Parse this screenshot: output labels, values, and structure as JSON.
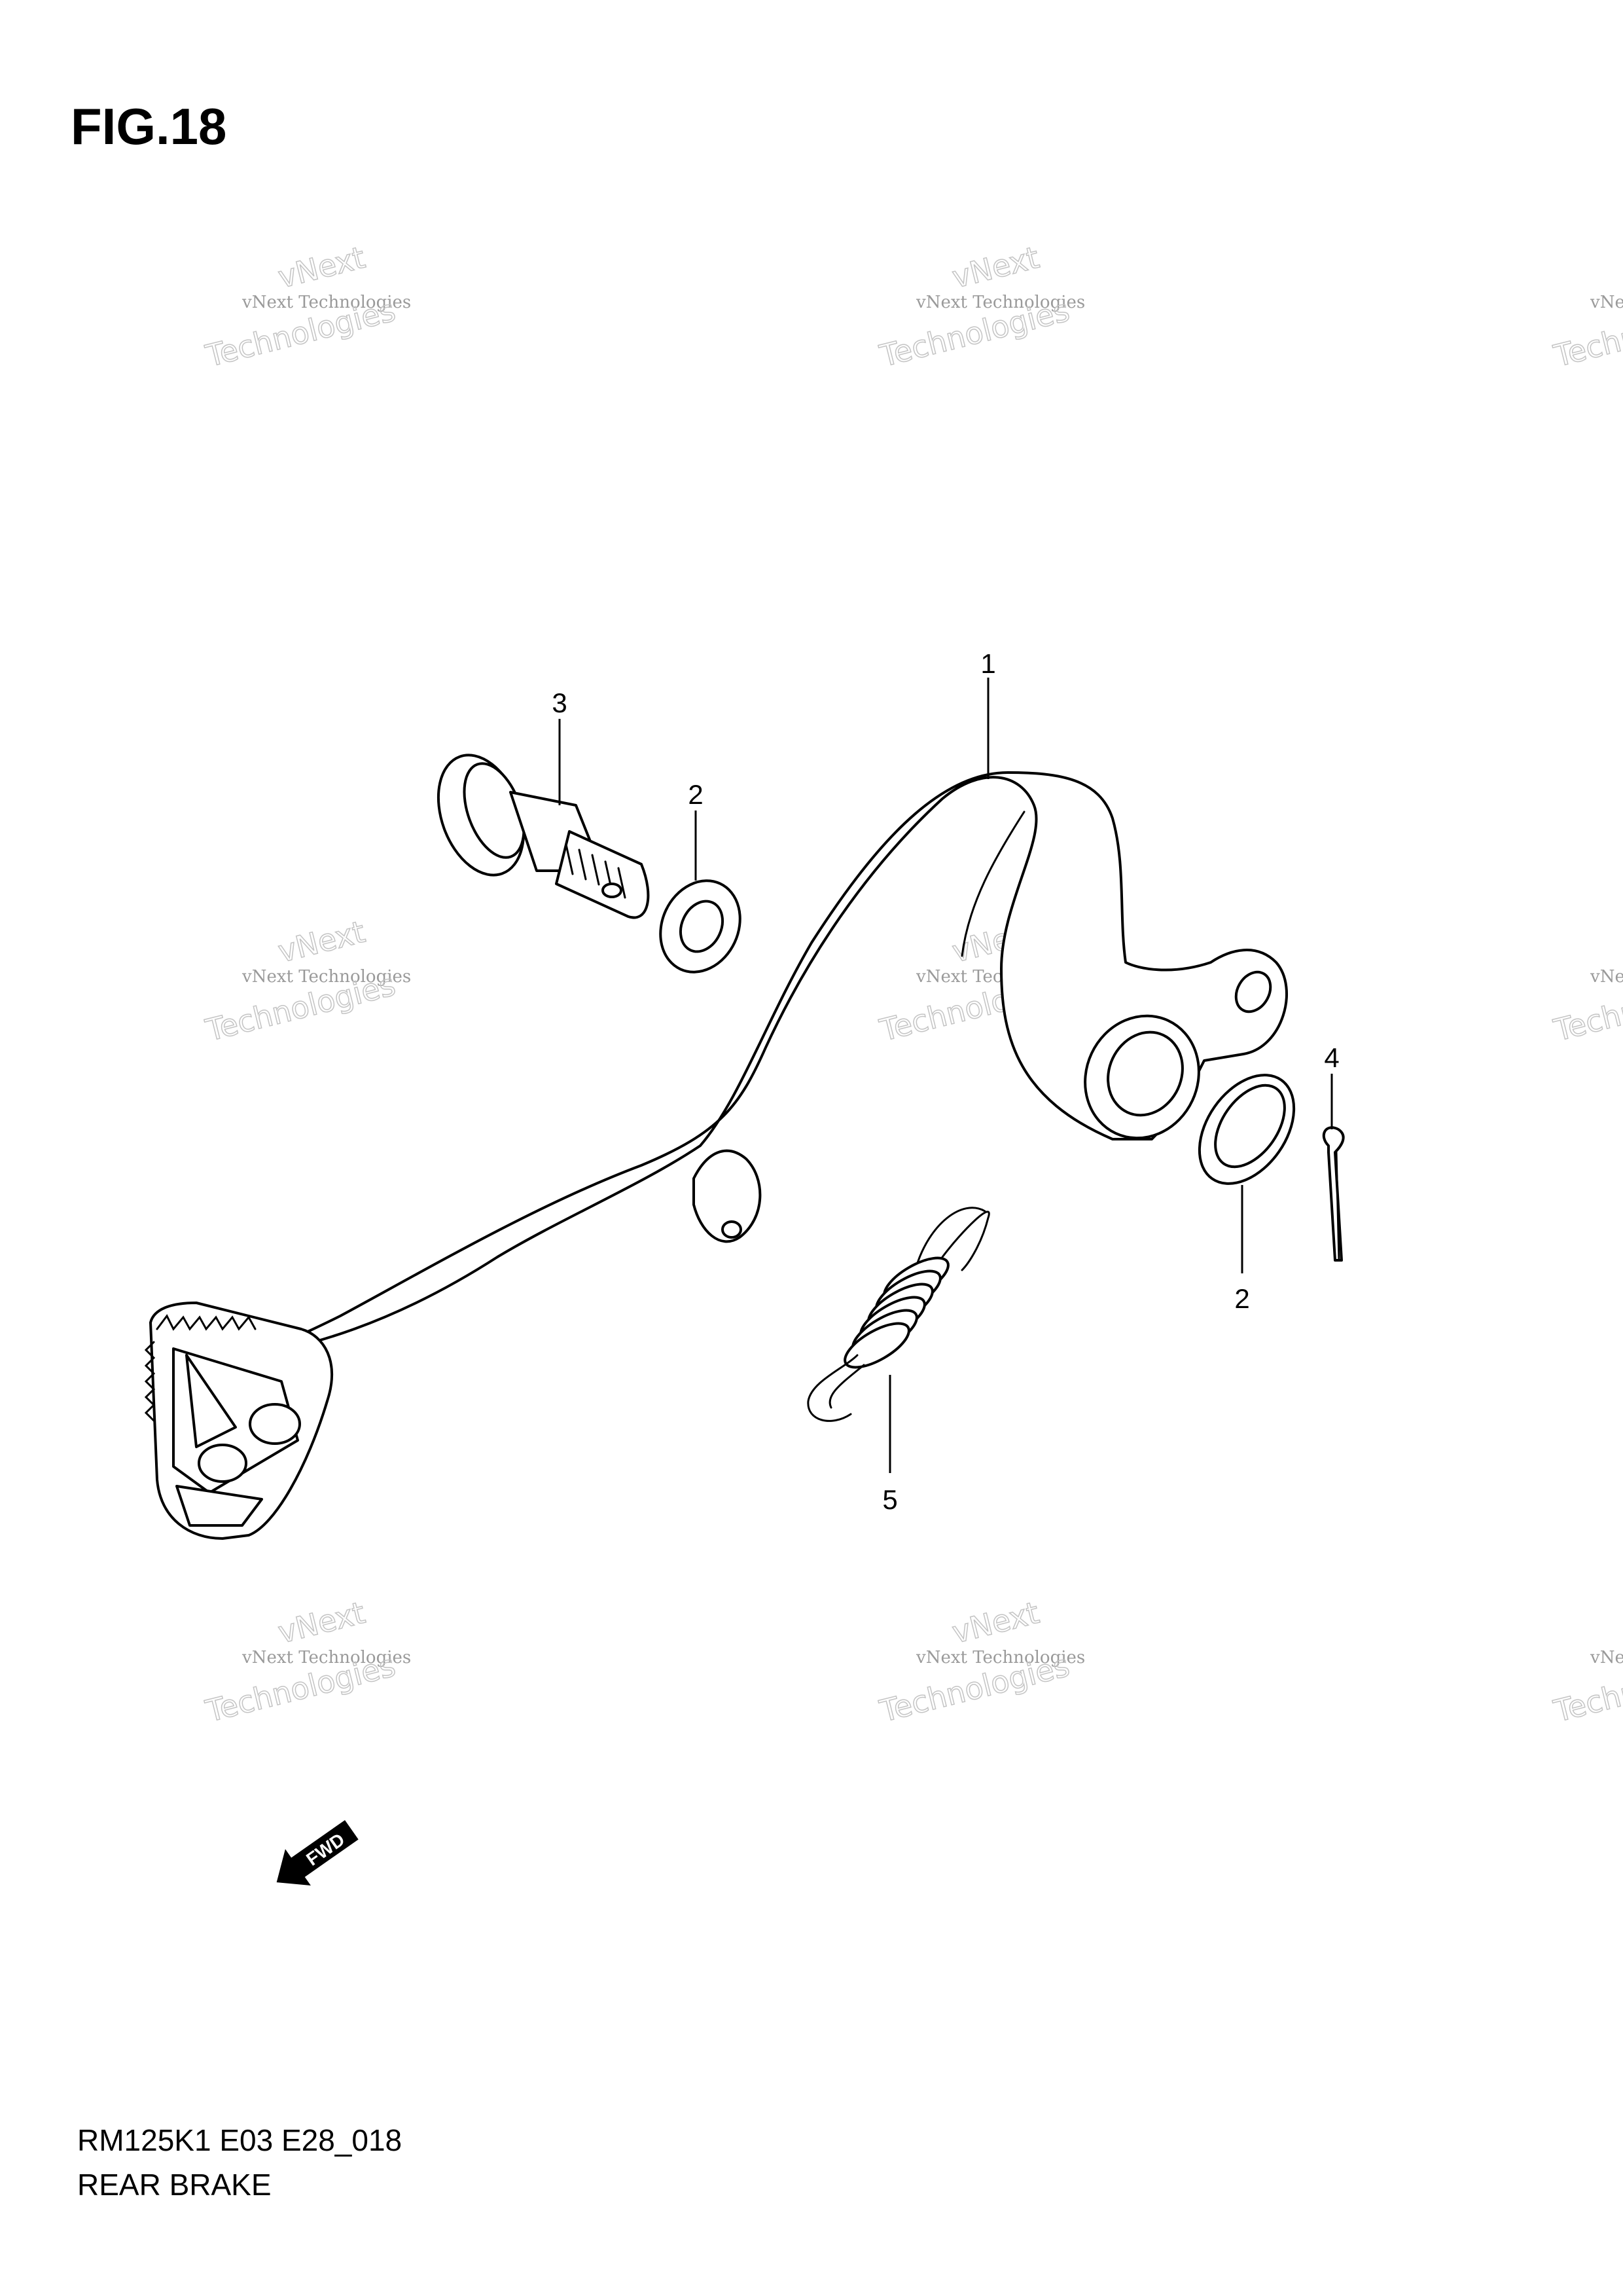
{
  "figure": {
    "title": "FIG.18",
    "model_code": "RM125K1 E03 E28_018",
    "section_name": "REAR BRAKE"
  },
  "callouts": [
    {
      "id": "callout-1",
      "label": "1",
      "part": "brake-pedal"
    },
    {
      "id": "callout-2-top",
      "label": "2",
      "part": "washer"
    },
    {
      "id": "callout-2-bottom",
      "label": "2",
      "part": "oil-seal"
    },
    {
      "id": "callout-3",
      "label": "3",
      "part": "pivot-bolt"
    },
    {
      "id": "callout-4",
      "label": "4",
      "part": "cotter-pin"
    },
    {
      "id": "callout-5",
      "label": "5",
      "part": "return-spring"
    }
  ],
  "direction_marker": {
    "label": "FWD",
    "icon": "fwd-arrow-icon"
  },
  "watermark": {
    "line1": "vNext Technologies",
    "line2": "vNext",
    "line3": "Technologies"
  }
}
